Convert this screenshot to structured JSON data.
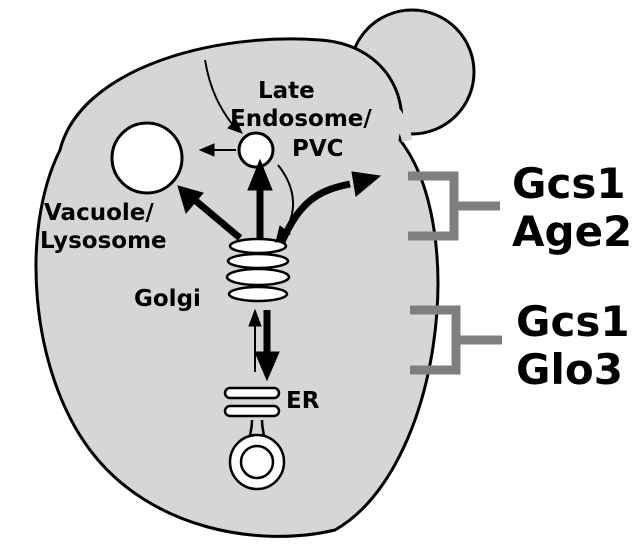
{
  "labels": {
    "late_endosome": [
      "Late",
      "Endosome/",
      "PVC"
    ],
    "vacuole": [
      "Vacuole/",
      "Lysosome"
    ],
    "golgi": "Golgi",
    "er": "ER"
  },
  "groups": [
    {
      "lines": [
        "Gcs1",
        "Age2"
      ]
    },
    {
      "lines": [
        "Gcs1",
        "Glo3"
      ]
    }
  ],
  "colors": {
    "cell_fill": "#d6d6d6",
    "outline": "#000000",
    "bracket": "#7f7f7f"
  }
}
